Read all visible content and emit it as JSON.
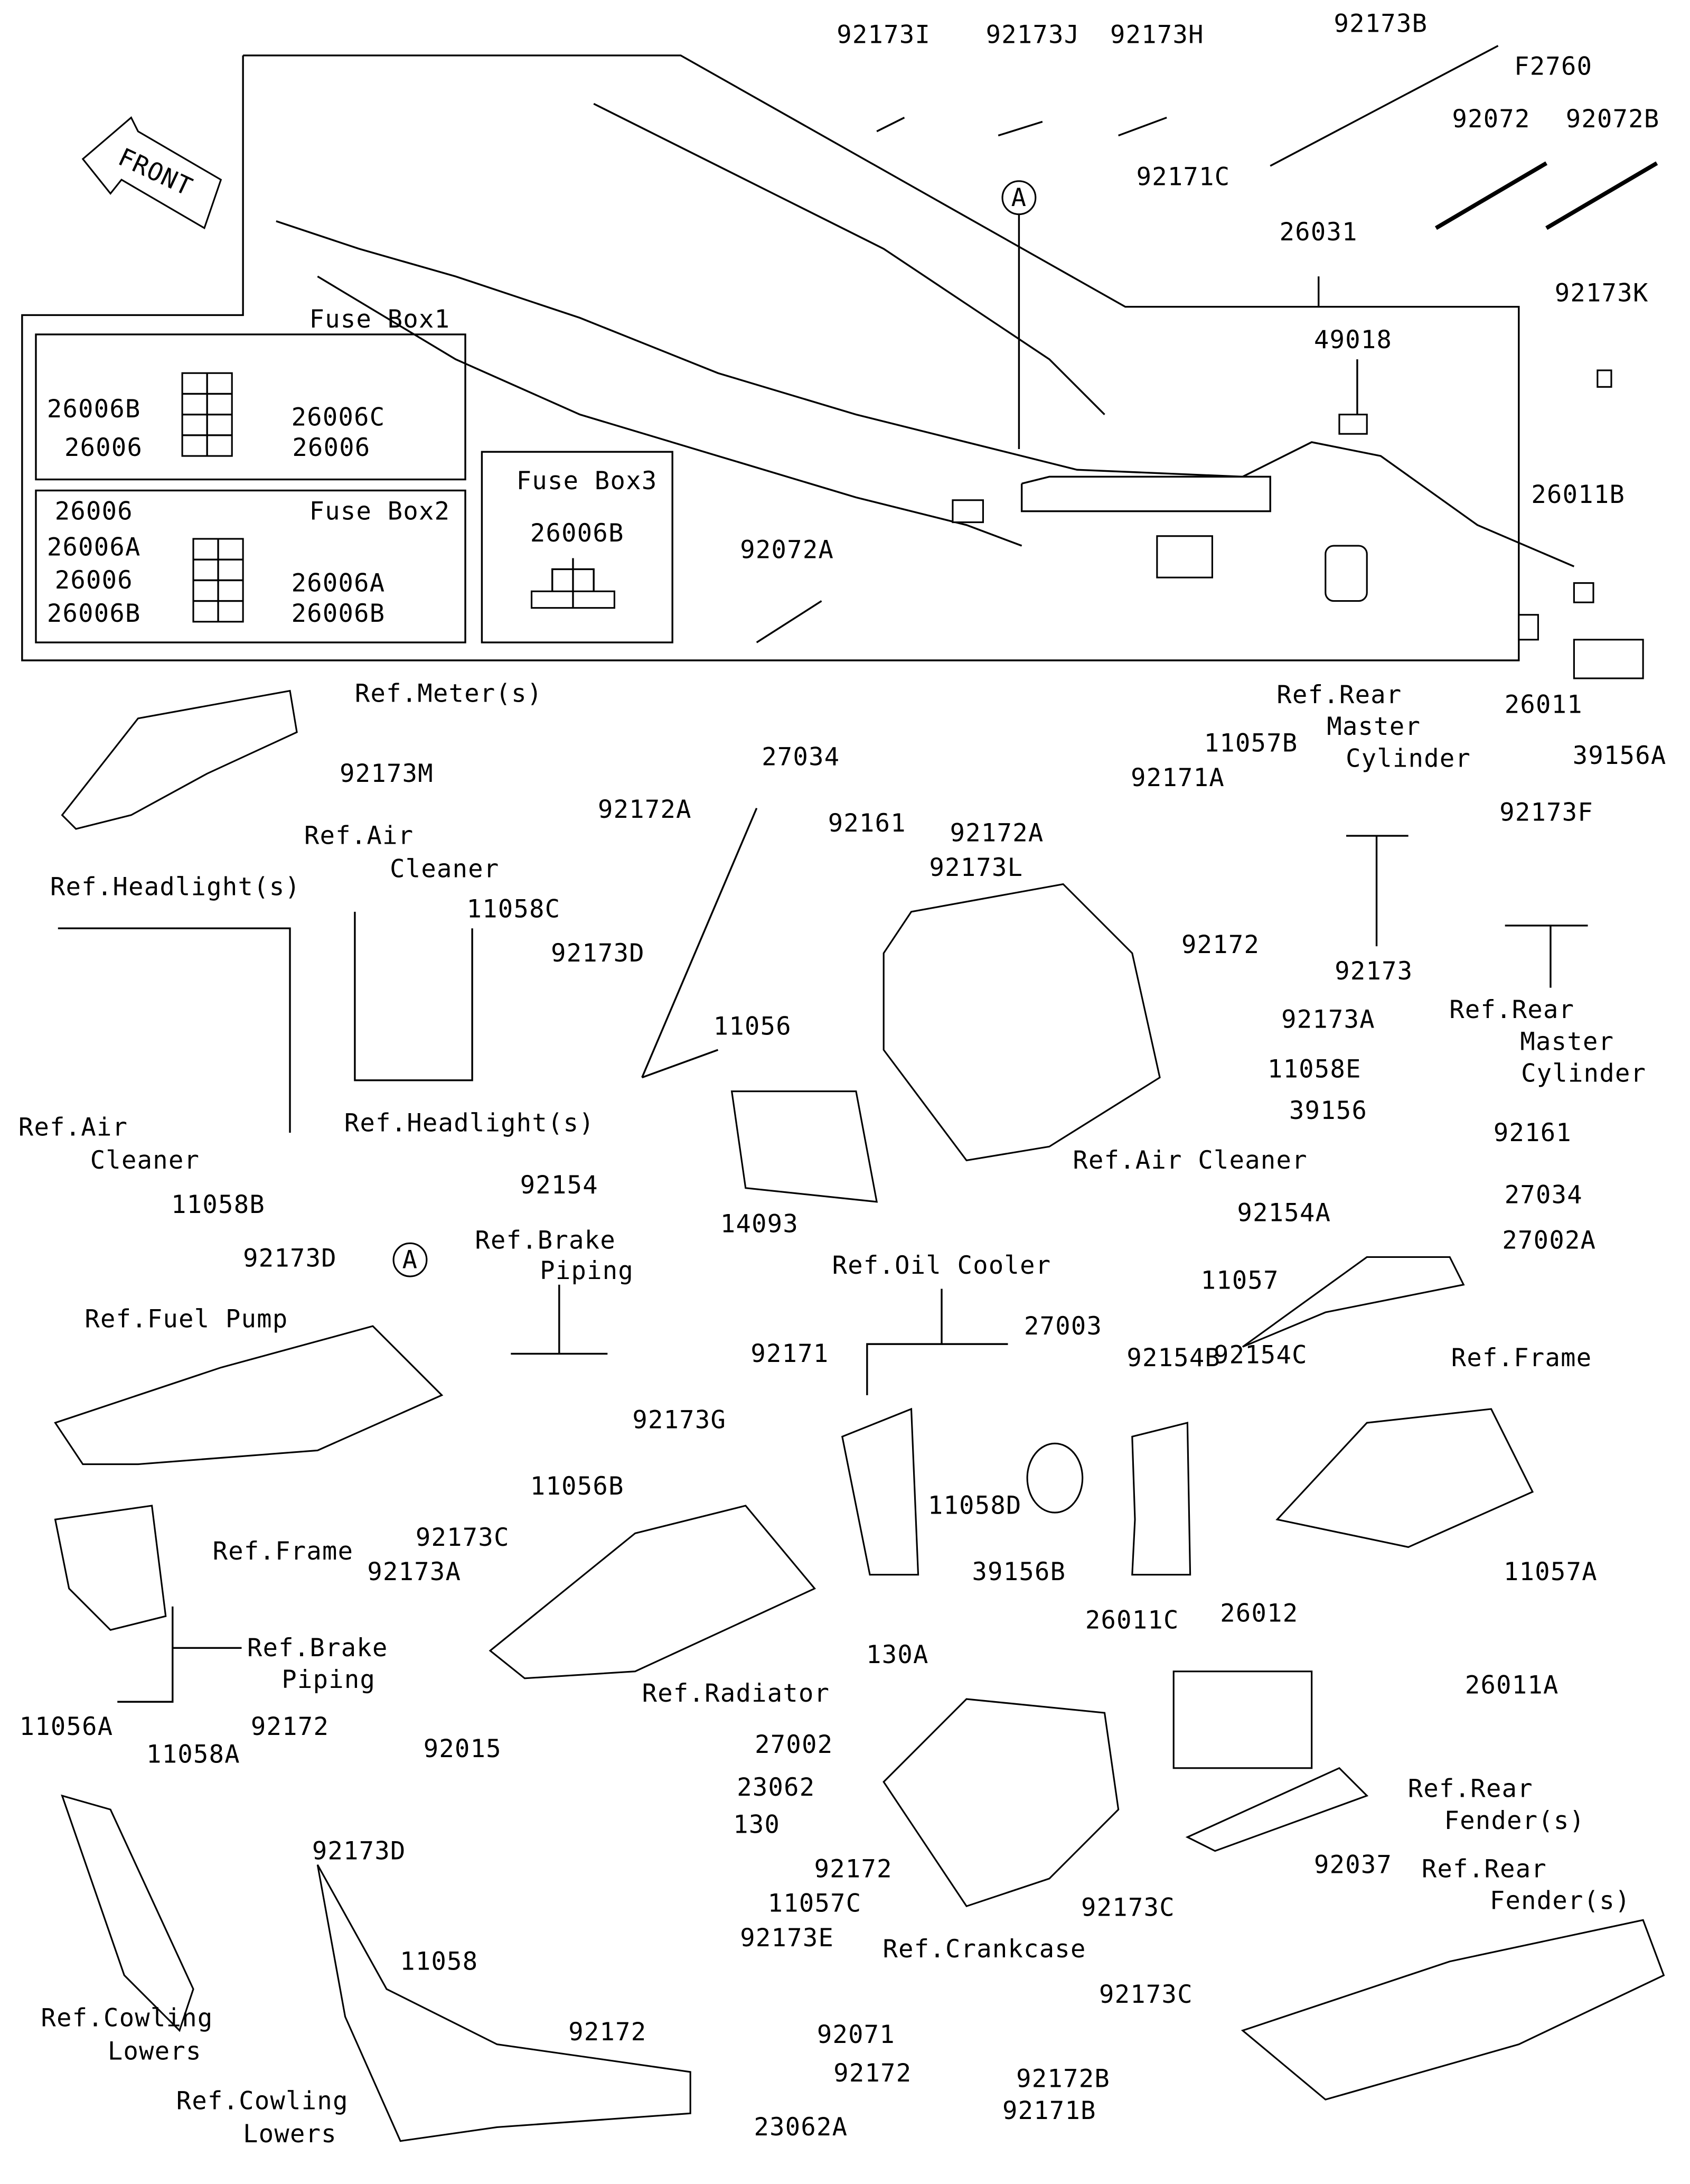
{
  "diagram_code": "F2760",
  "front_label": "FRONT",
  "callout": "A",
  "fuse_boxes": {
    "box1": "Fuse Box1",
    "box2": "Fuse Box2",
    "box3": "Fuse Box3"
  },
  "labels": [
    "92173I",
    "92173J",
    "92173H",
    "92173B",
    "92072",
    "92072B",
    "92171C",
    "26031",
    "92173K",
    "49018",
    "26006B",
    "26006C",
    "26006",
    "26006",
    "26006",
    "26006A",
    "26006",
    "26006A",
    "26006B",
    "26006B",
    "26006B",
    "92072A",
    "26011B",
    "26011",
    "39156A",
    "Ref.Meter(s)",
    "92173M",
    "Ref.Headlight(s)",
    "Ref.Air",
    "Cleaner",
    "11058B",
    "92173D",
    "Ref.Air",
    "Cleaner",
    "11058C",
    "92173D",
    "Ref.Headlight(s)",
    "27034",
    "92172A",
    "92161",
    "92172A",
    "92173L",
    "11056",
    "14093",
    "11057B",
    "92171A",
    "92172",
    "Ref.Rear",
    "Master",
    "Cylinder",
    "92173",
    "92173F",
    "Ref.Rear",
    "Master",
    "Cylinder",
    "92173A",
    "11058E",
    "39156",
    "Ref.Air Cleaner",
    "92161",
    "27034",
    "92154A",
    "27002A",
    "11057",
    "Ref.Frame",
    "92154C",
    "11057A",
    "92154",
    "Ref.Fuel Pump",
    "Ref.Frame",
    "Ref.Brake",
    "Piping",
    "11056B",
    "92173G",
    "92171",
    "92173C",
    "92173A",
    "Ref.Radiator",
    "Ref.Brake",
    "Piping",
    "11056A",
    "Ref.Oil Cooler",
    "27003",
    "92154B",
    "11058D",
    "39156B",
    "130A",
    "26011C",
    "26012",
    "26011A",
    "Ref.Rear",
    "Fender(s)",
    "92037",
    "Ref.Rear",
    "Fender(s)",
    "92173C",
    "92173C",
    "92172B",
    "92171B",
    "Ref.Crankcase",
    "11058A",
    "92172",
    "Ref.Cowling",
    "Lowers",
    "92015",
    "27002",
    "23062",
    "130",
    "92173D",
    "92172",
    "11057C",
    "92173E",
    "11058",
    "92172",
    "92071",
    "92172",
    "23062A",
    "Ref.Cowling",
    "Lowers"
  ]
}
